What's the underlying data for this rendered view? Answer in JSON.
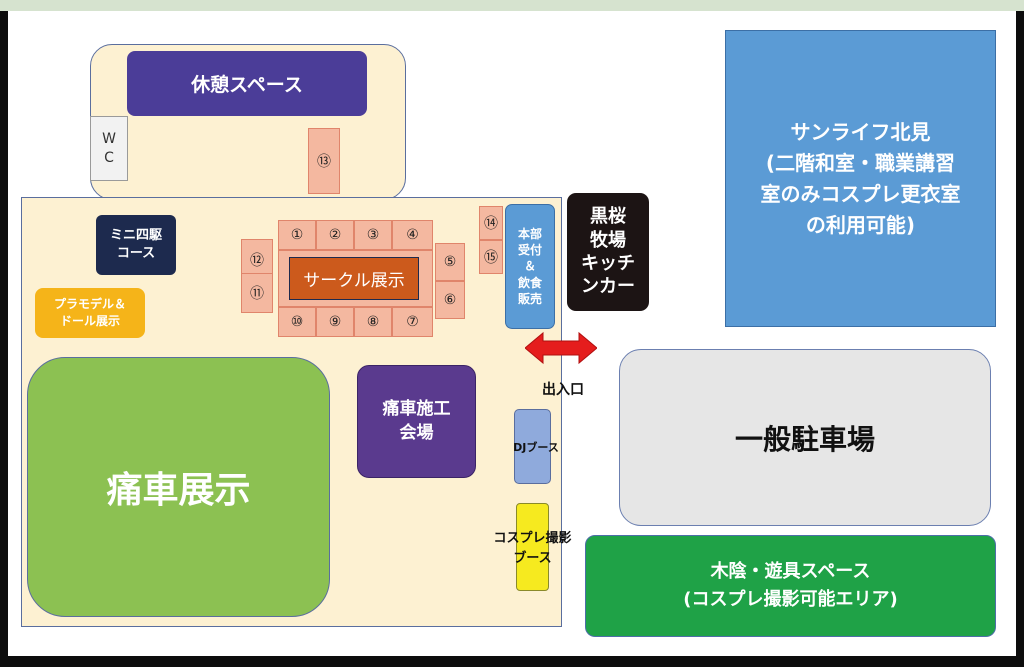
{
  "map": {
    "rest_space": "休憩スペース",
    "wc": "W\nC",
    "mini4wd": "ミニ四駆\nコース",
    "plamodel": "プラモデル＆\nドール展示",
    "circle": "サークル展示",
    "booths": [
      "①",
      "②",
      "③",
      "④",
      "⑤",
      "⑥",
      "⑦",
      "⑧",
      "⑨",
      "⑩",
      "⑪",
      "⑫",
      "⑬",
      "⑭",
      "⑮"
    ],
    "reception": "本部\n受付\n＆\n飲食\n販売",
    "kitchen": "黒桜\n牧場\nキッチ\nンカー",
    "sunlife": "サンライフ北見\n(二階和室・職業講習\n室のみコスプレ更衣室\nの利用可能)",
    "entrance": "出入口",
    "parking": "一般駐車場",
    "itasha_display": "痛車展示",
    "itasha_work": "痛車施工\n会場",
    "dj": "DJブース",
    "cosplay_booth": "コスプレ撮影\nブース",
    "shade_area": "木陰・遊具スペース\n(コスプレ撮影可能エリア)"
  },
  "colors": {
    "cream": "#fdf1d2",
    "navy": "#1d2a4e",
    "purple": "#5a3a8e",
    "booth": "#f4b8a0",
    "circle_orange": "#cc5a1c",
    "blue_panel": "#5b9bd5",
    "green_display": "#8cc152",
    "green_area": "#1fa247",
    "parking_gray": "#e6e6e6",
    "yellow": "#f6ea1f",
    "amber": "#f5b419"
  }
}
